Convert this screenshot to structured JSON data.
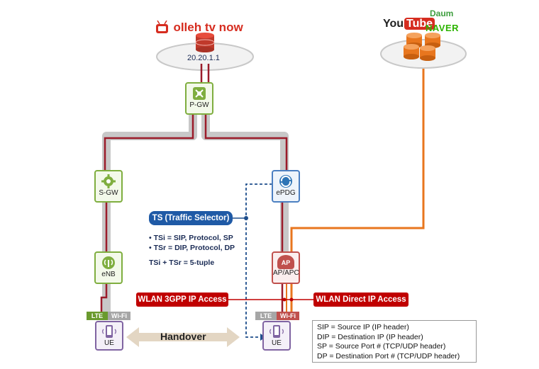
{
  "header": {
    "olleh_brand": "olleh tv now",
    "server_ip": "20.20.1.1",
    "youtube_brand_you": "You",
    "youtube_brand_tube": "Tube",
    "daum_brand": "Daum",
    "naver_brand": "NAVER"
  },
  "nodes": {
    "pgw": "P-GW",
    "sgw": "S-GW",
    "epdg": "ePDG",
    "enb": "eNB",
    "ap": "AP/APC",
    "ap_badge": "AP",
    "ue_left": "UE",
    "ue_right": "UE"
  },
  "traffic_selector": {
    "title": "TS (Traffic Selector)",
    "bullets": [
      "TSi = SIP, Protocol, SP",
      "TSr = DIP, Protocol, DP"
    ],
    "summary": "TSi + TSr = 5-tuple"
  },
  "access": {
    "wlan_3gpp": "WLAN 3GPP IP Access",
    "wlan_direct": "WLAN Direct IP Access"
  },
  "ue_tags": {
    "left_lte": "LTE",
    "left_wifi": "Wi-Fi",
    "right_lte": "LTE",
    "right_wifi": "Wi-Fi"
  },
  "handover": "Handover",
  "legend": [
    "SIP = Source IP (IP header)",
    "DIP = Destination IP (IP header)",
    "SP = Source Port # (TCP/UDP header)",
    "DP = Destination Port # (TCP/UDP header)"
  ],
  "colors": {
    "bearer": "#9b1b2a",
    "tunnel": "#c8c8c8",
    "direct": "#e8761e",
    "signal": "#1f4e8c",
    "banner_red": "#c00000",
    "banner_blue": "#1f5aa6"
  }
}
